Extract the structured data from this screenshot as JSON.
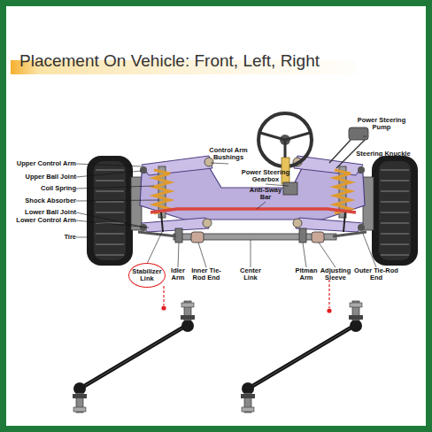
{
  "diagram": {
    "title": "Placement On Vehicle: Front, Left, Right",
    "nodes": [
      {
        "text": [
          "Stabilizer Link"
        ]
      }
    ],
    "labels": [
      "Upper Control Arm",
      "Upper Ball Joint",
      "Coil Spring",
      "Shock Absorber",
      "Lower Ball Joint",
      "Lower Control Arm",
      "Tire",
      "Control Arm Bushings",
      "Power Steering Gearbox",
      "Anti-Sway Bar",
      "Power Steering Pump",
      "Steering Knuckle",
      "Idler Arm",
      "Inner Tie-Rod End",
      "Center Link",
      "Pitman Arm",
      "Adjusting Sleeve",
      "Outer Tie-Rod End"
    ]
  }
}
